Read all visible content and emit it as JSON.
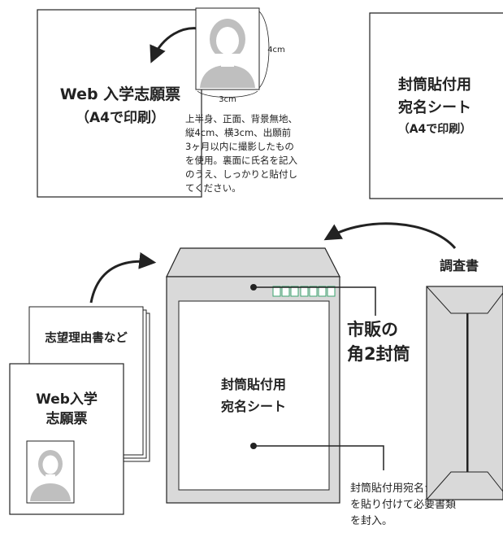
{
  "web_form": {
    "title_line1": "Web 入学志願票",
    "title_line2": "（A4で印刷）"
  },
  "photo": {
    "height_label": "4cm",
    "width_label": "3cm",
    "instructions": [
      "上半身、正面、背景無地、",
      "縦4cm、横3cm、出願前",
      "3ヶ月以内に撮影したもの",
      "を使用。裏面に氏名を記入",
      "のうえ、しっかりと貼付し",
      "てください。"
    ]
  },
  "address_sheet": {
    "line1": "封筒貼付用",
    "line2": "宛名シート",
    "line3": "（A4で印刷）"
  },
  "survey": {
    "label": "調査書"
  },
  "statement": {
    "label": "志望理由書など"
  },
  "form_front": {
    "line1": "Web入学",
    "line2": "志願票"
  },
  "envelope": {
    "label_line1": "市販の",
    "label_line2": "角2封筒",
    "sheet_line1": "封筒貼付用",
    "sheet_line2": "宛名シート",
    "note": [
      "封筒貼付用宛名シート",
      "を貼り付けて必要書類",
      "を封入。"
    ]
  },
  "colors": {
    "envelope_fill": "#d9d9d9",
    "stamp_green": "#3aa46e",
    "line": "#222222",
    "avatar_fill": "#bfbfbf"
  }
}
